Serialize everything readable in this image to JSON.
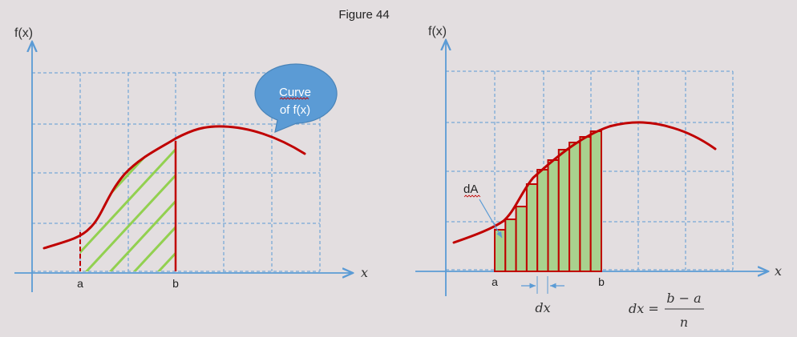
{
  "figure_title": "Figure 44",
  "colors": {
    "background": "#e3dee0",
    "axis": "#5b9bd5",
    "grid": "#5b9bd5",
    "curve": "#c00000",
    "fill_green": "#a9d18e",
    "hatch_green": "#92d050",
    "callout_fill": "#5b9bd5",
    "callout_text": "#ffffff",
    "spell_underline": "#c00000"
  },
  "left_panel": {
    "y_axis_label": "f(x)",
    "x_axis_label": "x",
    "a_label": "a",
    "b_label": "b",
    "callout": {
      "line1": "Curve",
      "line2": "of f(x)"
    }
  },
  "right_panel": {
    "y_axis_label": "f(x)",
    "x_axis_label": "x",
    "a_label": "a",
    "b_label": "b",
    "strip_label": "dA",
    "dx_label": "dx",
    "formula": {
      "lhs": "dx =",
      "numerator": "b − a",
      "denominator": "n"
    }
  }
}
